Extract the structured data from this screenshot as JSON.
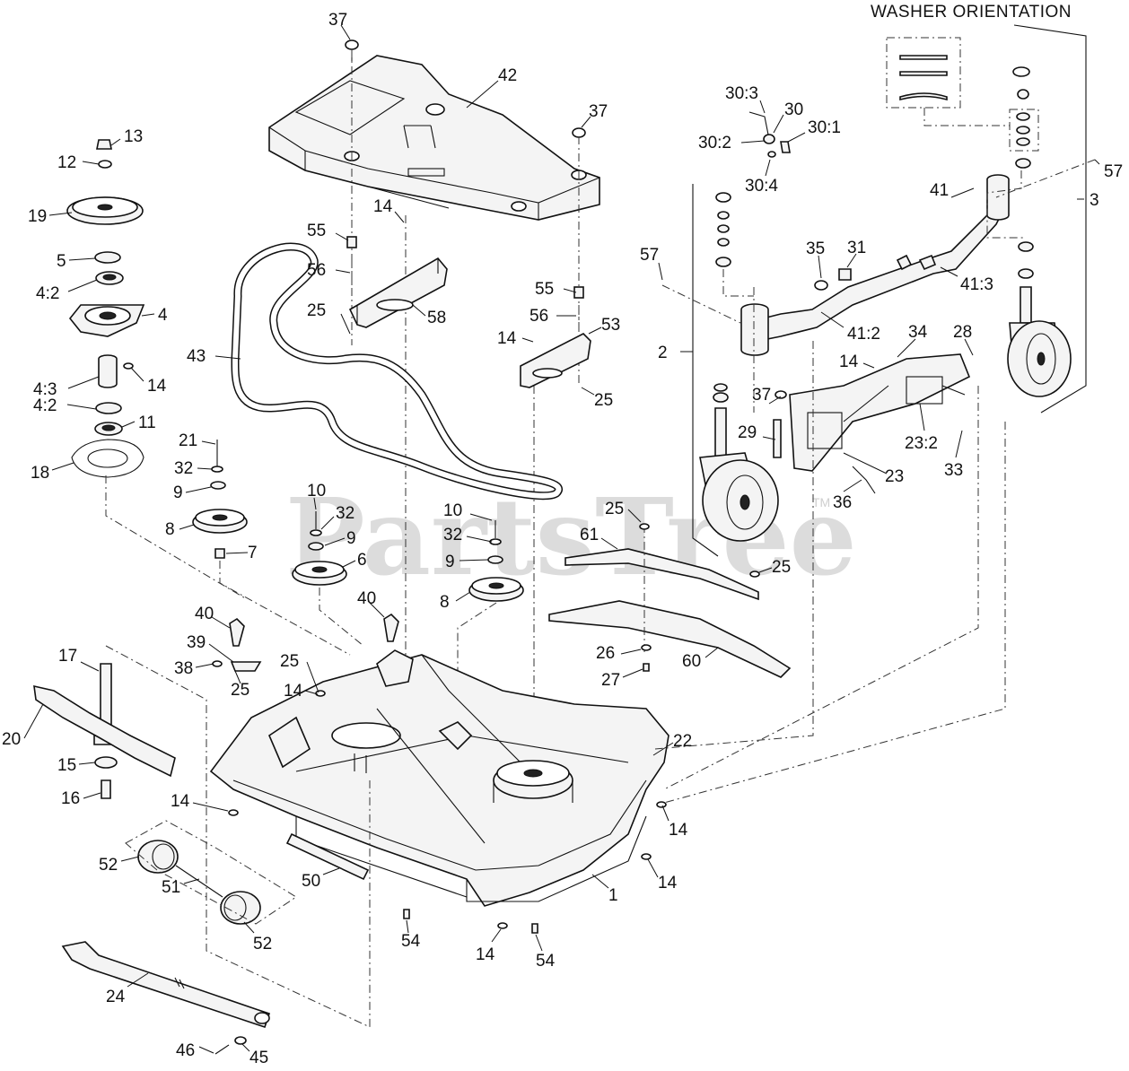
{
  "diagram": {
    "section_title": "WASHER ORIENTATION",
    "watermark": "PartsTree",
    "watermark_tm": "TM",
    "callouts": [
      {
        "id": "c-37a",
        "text": "37"
      },
      {
        "id": "c-42",
        "text": "42"
      },
      {
        "id": "c-37b",
        "text": "37"
      },
      {
        "id": "c-13",
        "text": "13"
      },
      {
        "id": "c-12",
        "text": "12"
      },
      {
        "id": "c-19",
        "text": "19"
      },
      {
        "id": "c-5",
        "text": "5"
      },
      {
        "id": "c-4-2a",
        "text": "4:2"
      },
      {
        "id": "c-4",
        "text": "4"
      },
      {
        "id": "c-4-3",
        "text": "4:3"
      },
      {
        "id": "c-14a",
        "text": "14"
      },
      {
        "id": "c-4-2b",
        "text": "4:2"
      },
      {
        "id": "c-11",
        "text": "11"
      },
      {
        "id": "c-18",
        "text": "18"
      },
      {
        "id": "c-55a",
        "text": "55"
      },
      {
        "id": "c-14b",
        "text": "14"
      },
      {
        "id": "c-56a",
        "text": "56"
      },
      {
        "id": "c-25a",
        "text": "25"
      },
      {
        "id": "c-58",
        "text": "58"
      },
      {
        "id": "c-43",
        "text": "43"
      },
      {
        "id": "c-55b",
        "text": "55"
      },
      {
        "id": "c-56b",
        "text": "56"
      },
      {
        "id": "c-53",
        "text": "53"
      },
      {
        "id": "c-14c",
        "text": "14"
      },
      {
        "id": "c-25b",
        "text": "25"
      },
      {
        "id": "c-30-3",
        "text": "30:3"
      },
      {
        "id": "c-30",
        "text": "30"
      },
      {
        "id": "c-30-1",
        "text": "30:1"
      },
      {
        "id": "c-30-2",
        "text": "30:2"
      },
      {
        "id": "c-30-4",
        "text": "30:4"
      },
      {
        "id": "c-57a",
        "text": "57"
      },
      {
        "id": "c-3",
        "text": "3"
      },
      {
        "id": "c-41",
        "text": "41"
      },
      {
        "id": "c-57b",
        "text": "57"
      },
      {
        "id": "c-35",
        "text": "35"
      },
      {
        "id": "c-31",
        "text": "31"
      },
      {
        "id": "c-41-3",
        "text": "41:3"
      },
      {
        "id": "c-41-2",
        "text": "41:2"
      },
      {
        "id": "c-2",
        "text": "2"
      },
      {
        "id": "c-34",
        "text": "34"
      },
      {
        "id": "c-28",
        "text": "28"
      },
      {
        "id": "c-14d",
        "text": "14"
      },
      {
        "id": "c-37c",
        "text": "37"
      },
      {
        "id": "c-29",
        "text": "29"
      },
      {
        "id": "c-23-2",
        "text": "23:2"
      },
      {
        "id": "c-23",
        "text": "23"
      },
      {
        "id": "c-33",
        "text": "33"
      },
      {
        "id": "c-36",
        "text": "36"
      },
      {
        "id": "c-21",
        "text": "21"
      },
      {
        "id": "c-32a",
        "text": "32"
      },
      {
        "id": "c-9a",
        "text": "9"
      },
      {
        "id": "c-8a",
        "text": "8"
      },
      {
        "id": "c-7",
        "text": "7"
      },
      {
        "id": "c-10a",
        "text": "10"
      },
      {
        "id": "c-32b",
        "text": "32"
      },
      {
        "id": "c-9b",
        "text": "9"
      },
      {
        "id": "c-6",
        "text": "6"
      },
      {
        "id": "c-10b",
        "text": "10"
      },
      {
        "id": "c-32c",
        "text": "32"
      },
      {
        "id": "c-9c",
        "text": "9"
      },
      {
        "id": "c-8b",
        "text": "8"
      },
      {
        "id": "c-25c",
        "text": "25"
      },
      {
        "id": "c-61",
        "text": "61"
      },
      {
        "id": "c-25d",
        "text": "25"
      },
      {
        "id": "c-40a",
        "text": "40"
      },
      {
        "id": "c-40b",
        "text": "40"
      },
      {
        "id": "c-39",
        "text": "39"
      },
      {
        "id": "c-38",
        "text": "38"
      },
      {
        "id": "c-25e",
        "text": "25"
      },
      {
        "id": "c-25f",
        "text": "25"
      },
      {
        "id": "c-14e",
        "text": "14"
      },
      {
        "id": "c-26",
        "text": "26"
      },
      {
        "id": "c-27",
        "text": "27"
      },
      {
        "id": "c-60",
        "text": "60"
      },
      {
        "id": "c-17",
        "text": "17"
      },
      {
        "id": "c-20",
        "text": "20"
      },
      {
        "id": "c-15",
        "text": "15"
      },
      {
        "id": "c-16",
        "text": "16"
      },
      {
        "id": "c-22",
        "text": "22"
      },
      {
        "id": "c-14f",
        "text": "14"
      },
      {
        "id": "c-14g",
        "text": "14"
      },
      {
        "id": "c-14h",
        "text": "14"
      },
      {
        "id": "c-52a",
        "text": "52"
      },
      {
        "id": "c-51",
        "text": "51"
      },
      {
        "id": "c-52b",
        "text": "52"
      },
      {
        "id": "c-50",
        "text": "50"
      },
      {
        "id": "c-1",
        "text": "1"
      },
      {
        "id": "c-54a",
        "text": "54"
      },
      {
        "id": "c-14i",
        "text": "14"
      },
      {
        "id": "c-54b",
        "text": "54"
      },
      {
        "id": "c-24",
        "text": "24"
      },
      {
        "id": "c-46",
        "text": "46"
      },
      {
        "id": "c-45",
        "text": "45"
      }
    ]
  }
}
